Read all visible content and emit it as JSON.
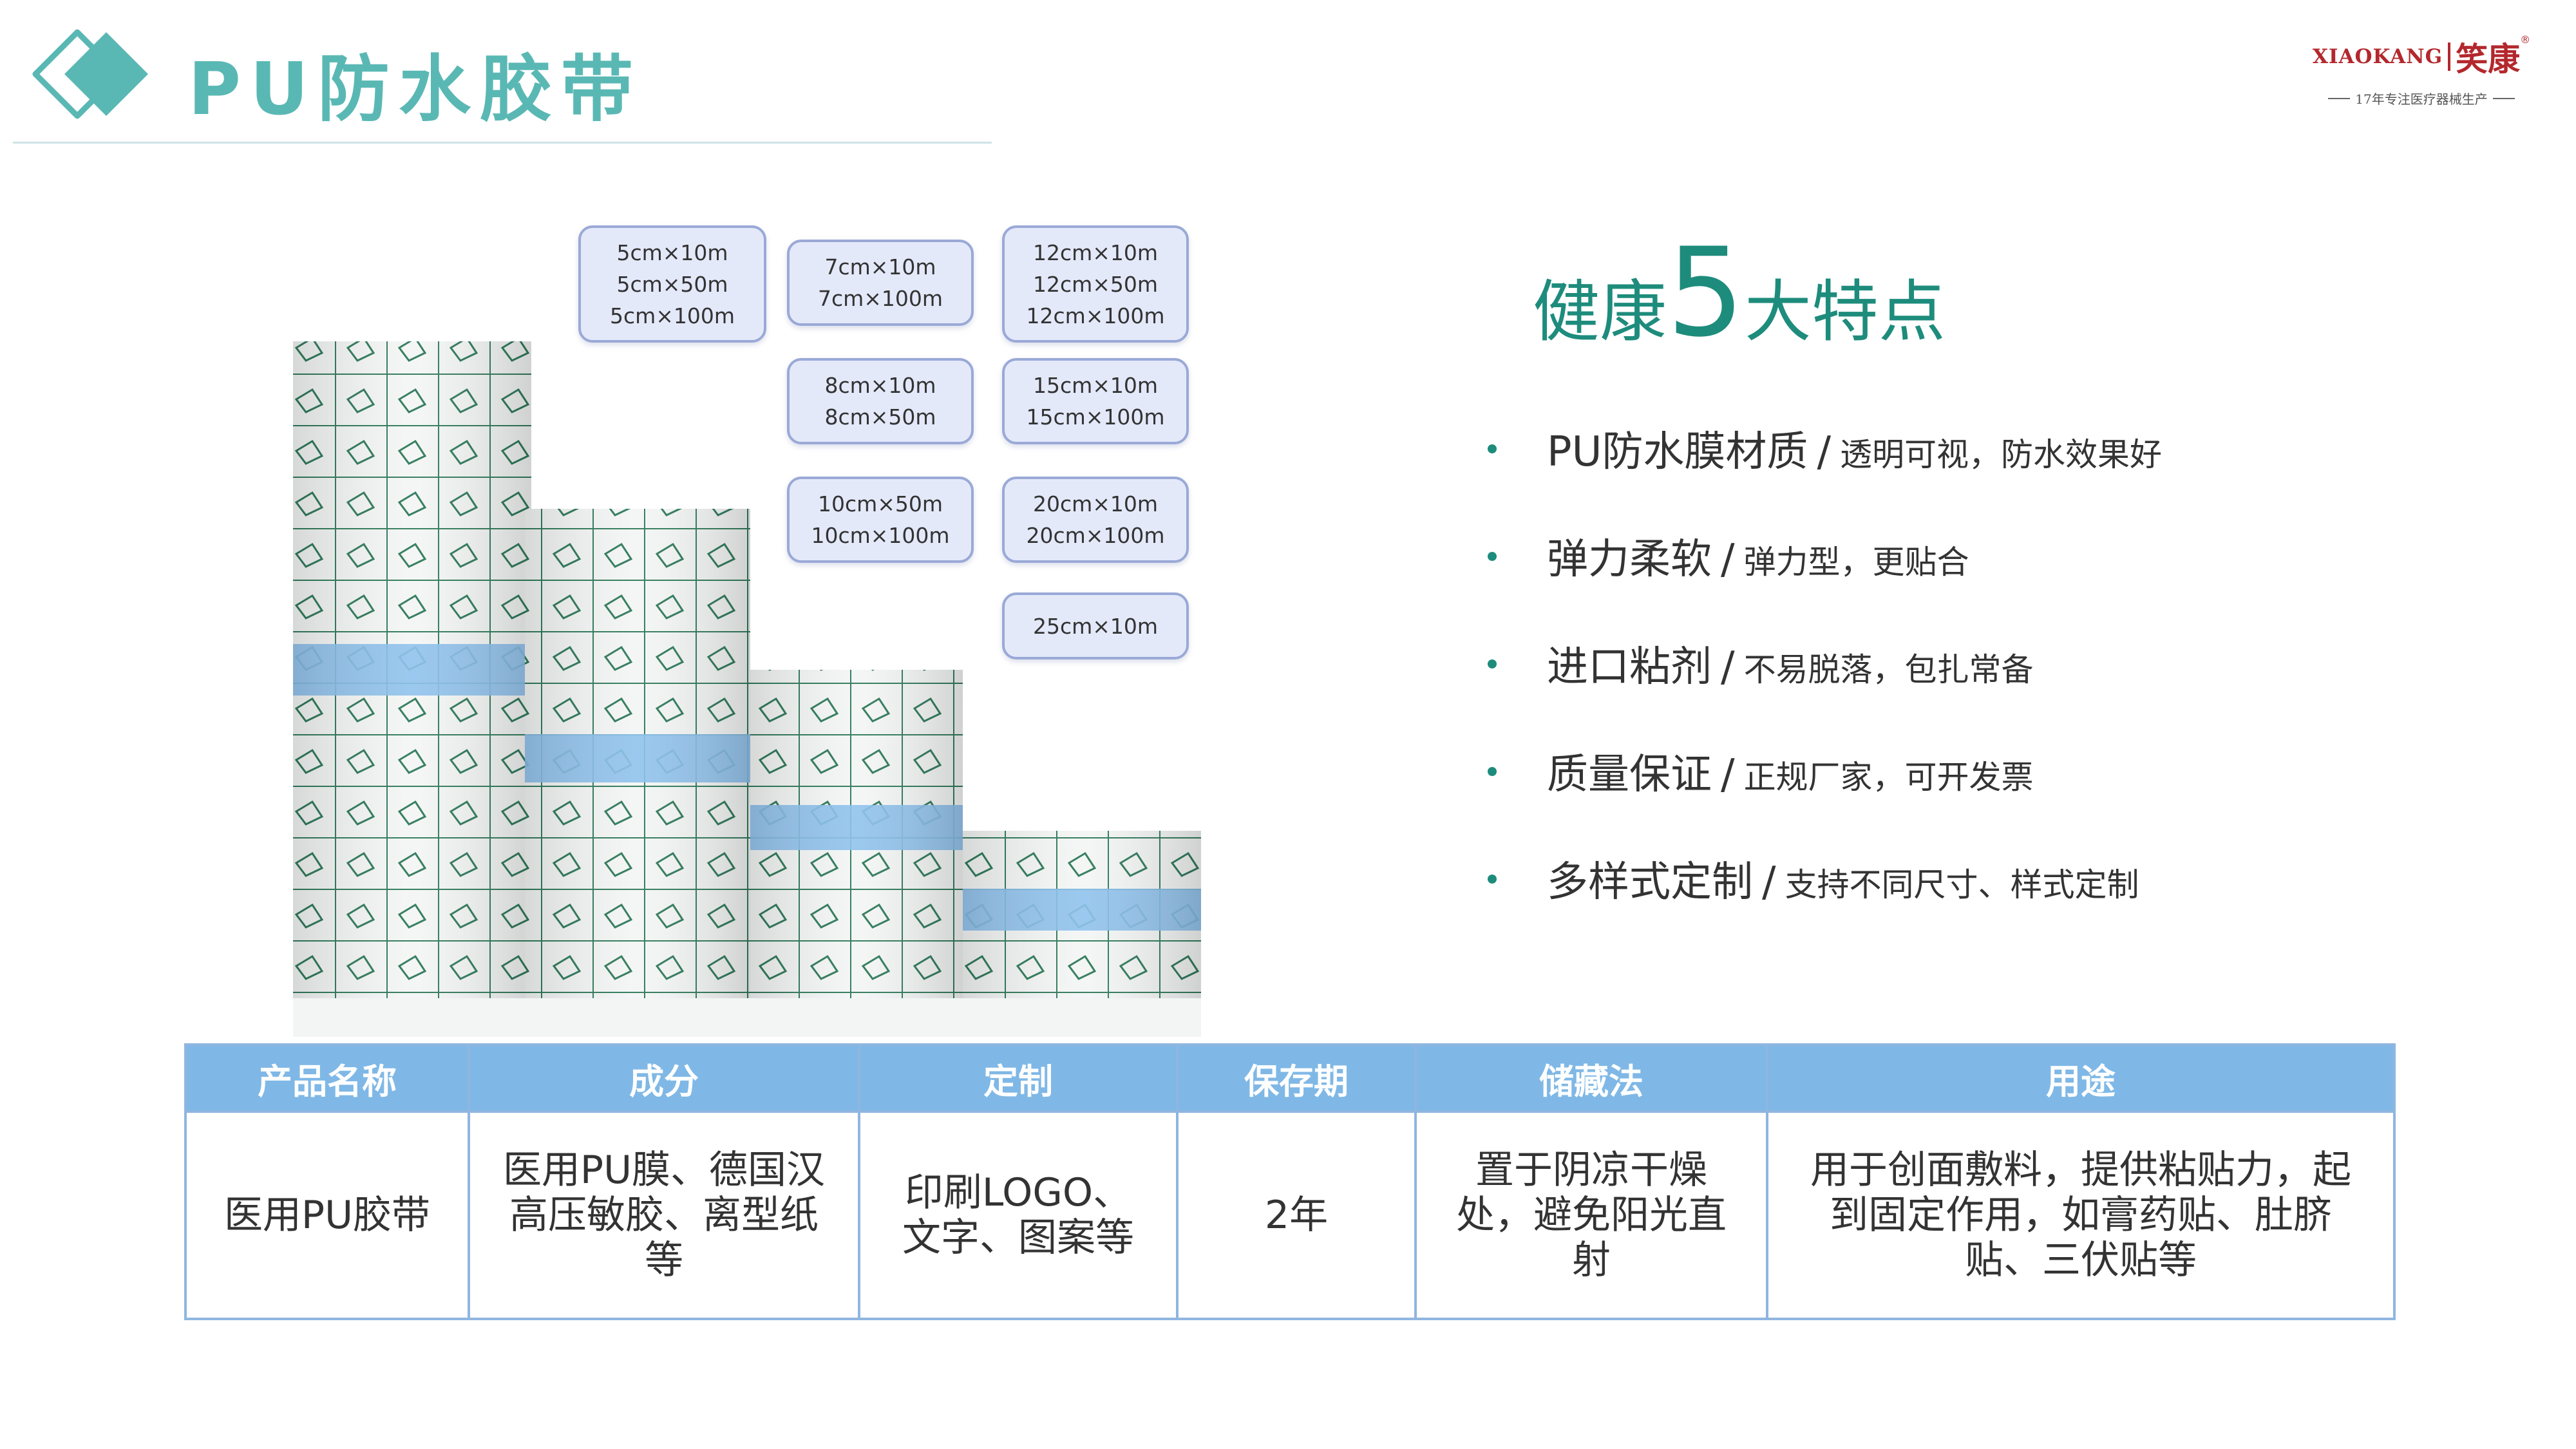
{
  "header": {
    "title": "PU防水胶带",
    "icon": "teal-diamond-icon"
  },
  "logo": {
    "en": "XIAOKANG",
    "cn": "笑康",
    "reg": "®",
    "tagline": "17年专注医疗器械生产"
  },
  "sizes": [
    [
      "5cm×10m",
      "5cm×50m",
      "5cm×100m"
    ],
    [
      "7cm×10m",
      "7cm×100m"
    ],
    [
      "12cm×10m",
      "12cm×50m",
      "12cm×100m"
    ],
    [
      "8cm×10m",
      "8cm×50m"
    ],
    [
      "15cm×10m",
      "15cm×100m"
    ],
    [
      "10cm×50m",
      "10cm×100m"
    ],
    [
      "20cm×10m",
      "20cm×100m"
    ],
    [
      "25cm×10m"
    ]
  ],
  "features": {
    "heading_prefix": "健康",
    "heading_number": "5",
    "heading_suffix": "大特点",
    "items": [
      {
        "main": "PU防水膜材质",
        "sep": "/",
        "sub": "透明可视，防水效果好"
      },
      {
        "main": "弹力柔软",
        "sep": "/",
        "sub": "弹力型，更贴合"
      },
      {
        "main": "进口粘剂",
        "sep": "/",
        "sub": "不易脱落，包扎常备"
      },
      {
        "main": "质量保证",
        "sep": "/",
        "sub": "正规厂家，可开发票"
      },
      {
        "main": "多样式定制",
        "sep": "/",
        "sub": "支持不同尺寸、样式定制"
      }
    ]
  },
  "table": {
    "headers": [
      "产品名称",
      "成分",
      "定制",
      "保存期",
      "储藏法",
      "用途"
    ],
    "row": [
      "医用PU胶带",
      "医用PU膜、德国汉高压敏胶、离型纸等",
      "印刷LOGO、文字、图案等",
      "2年",
      "置于阴凉干燥处，避免阳光直射",
      "用于创面敷料，提供粘贴力，起到固定作用，如膏药贴、肚脐贴、三伏贴等"
    ]
  },
  "colors": {
    "title": "#5ab8b4",
    "accent": "#1e8c7c",
    "table_header": "#7fb8e6",
    "logo": "#b3282d"
  }
}
